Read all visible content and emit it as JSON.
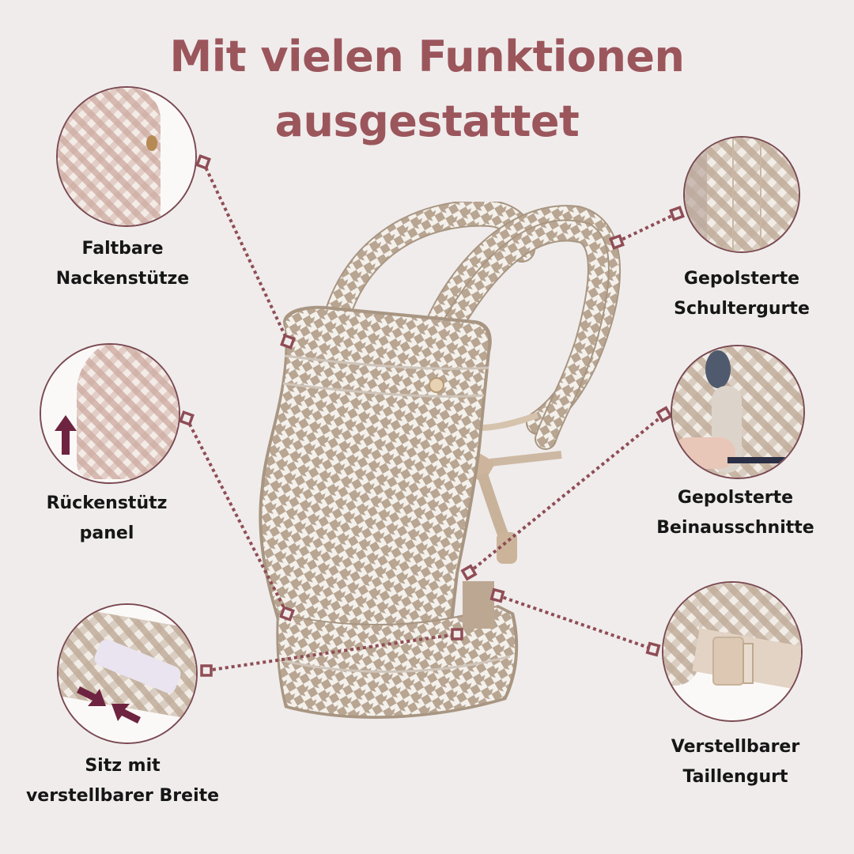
{
  "headline": {
    "line1": "Mit vielen Funktionen",
    "line2": "ausgestattet",
    "color": "#9b565c"
  },
  "features": [
    {
      "id": "neck-support",
      "label_line1": "Faltbare",
      "label_line2": "Nackenstütze",
      "side": "left"
    },
    {
      "id": "back-panel",
      "label_line1": "Rückenstütz",
      "label_line2": "panel",
      "side": "left",
      "icon": "arrow-up-icon"
    },
    {
      "id": "seat-width",
      "label_line1": "Sitz mit",
      "label_line2": "verstellbarer Breite",
      "side": "left",
      "icon": "arrows-inward-icon"
    },
    {
      "id": "shoulder-straps",
      "label_line1": "Gepolsterte",
      "label_line2": "Schultergurte",
      "side": "right"
    },
    {
      "id": "leg-openings",
      "label_line1": "Gepolsterte",
      "label_line2": "Beinausschnitte",
      "side": "right"
    },
    {
      "id": "waist-belt",
      "label_line1": "Verstellbarer",
      "label_line2": "Taillengurt",
      "side": "right"
    }
  ],
  "colors": {
    "background": "#f0ecec",
    "accent": "#9b565c",
    "connector": "#8f4d55",
    "circle_border": "#7a4a52",
    "arrow": "#6e2440",
    "label_text": "#161616"
  },
  "product": {
    "name": "baby-carrier",
    "pattern": "houndstooth",
    "pattern_colors": [
      "#f4f1ec",
      "#b2a08c"
    ]
  }
}
